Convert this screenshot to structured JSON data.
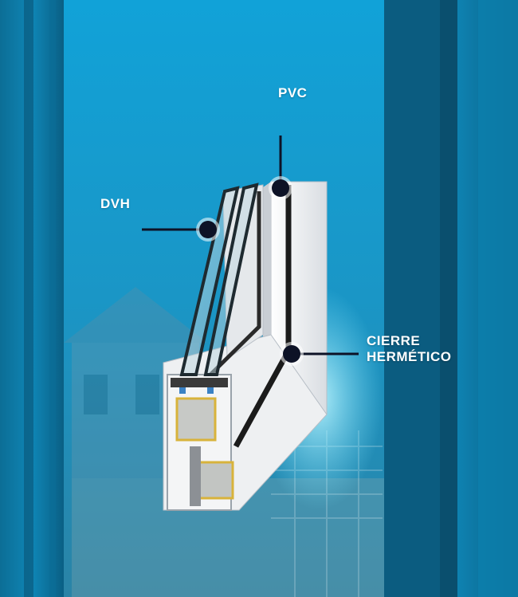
{
  "callouts": {
    "pvc": "PVC",
    "dvh": "DVH",
    "cierre_line1": "CIERRE",
    "cierre_line2": "HERMÉTICO"
  },
  "colors": {
    "sky": "#1396c8",
    "frame_dark": "#0a4f6e",
    "pvc_white": "#f2f4f6",
    "marker": "#0d1226"
  }
}
